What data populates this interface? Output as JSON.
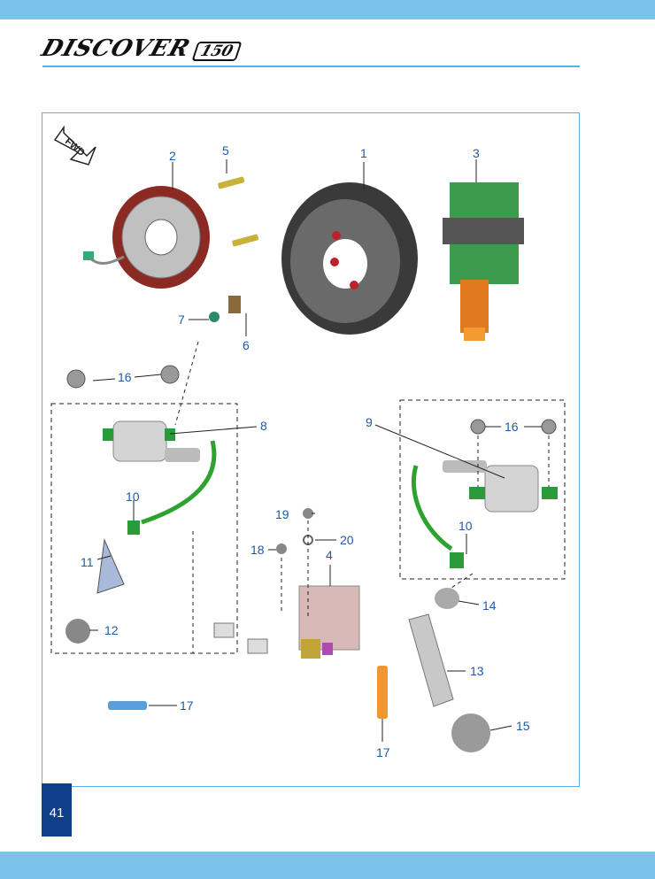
{
  "header": {
    "brand_name": "Discover",
    "brand_number": "150"
  },
  "page_number": "41",
  "diagram": {
    "direction_label": "FWD",
    "callouts": [
      "1",
      "2",
      "3",
      "4",
      "5",
      "6",
      "7",
      "8",
      "9",
      "10",
      "10",
      "11",
      "12",
      "13",
      "14",
      "15",
      "16",
      "16",
      "17",
      "17",
      "18",
      "19",
      "20"
    ]
  },
  "colors": {
    "accent_bar": "#7cc3ea",
    "frame_line": "#58b3df",
    "callout_text": "#1e5aa8",
    "page_box": "#0f3f88"
  }
}
